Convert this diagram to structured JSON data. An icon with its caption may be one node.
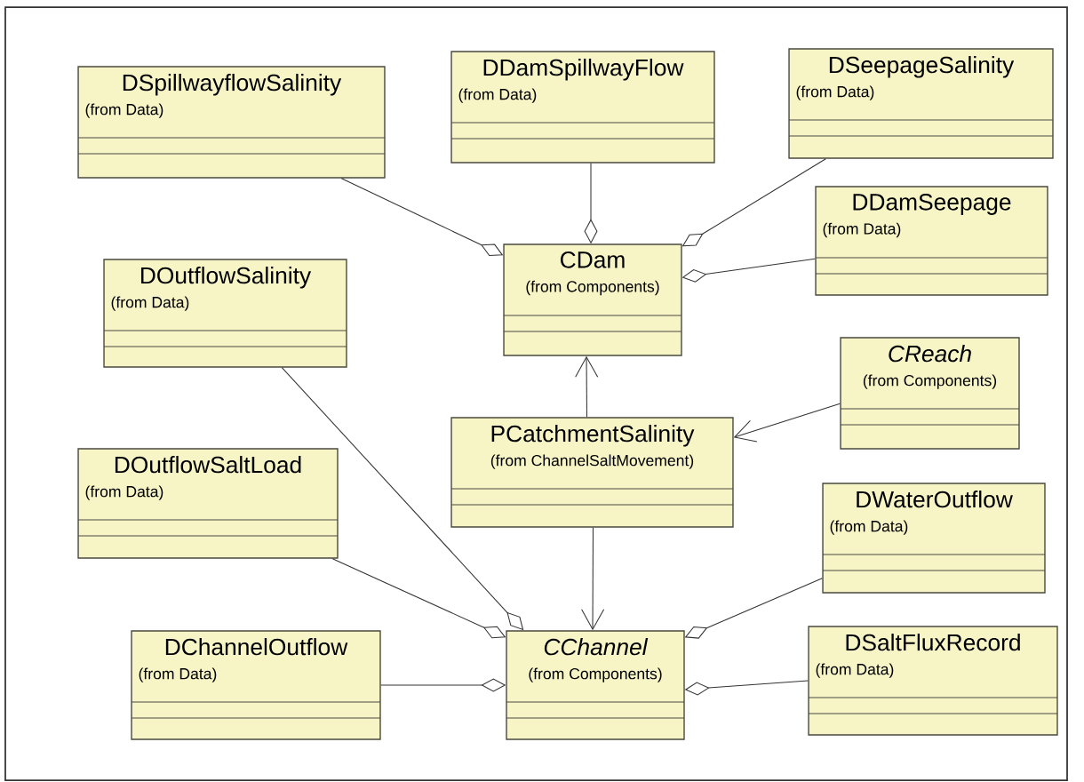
{
  "diagram": {
    "nodes": [
      {
        "text": [
          "DSpillwayflowSalinity",
          "(from Data)"
        ]
      },
      {
        "text": [
          "DDamSpillwayFlow",
          "(from Data)"
        ]
      },
      {
        "text": [
          "DSeepageSalinity",
          "(from Data)"
        ]
      },
      {
        "text": [
          "DDamSeepage",
          "(from Data)"
        ]
      },
      {
        "text": [
          "CDam",
          "(from Components)"
        ]
      },
      {
        "text": [
          "DOutflowSalinity",
          "(from Data)"
        ]
      },
      {
        "text": [
          "CReach",
          "(from Components)"
        ]
      },
      {
        "text": [
          "PCatchmentSalinity",
          "(from ChannelSaltMovement)"
        ]
      },
      {
        "text": [
          "DOutflowSaltLoad",
          "(from Data)"
        ]
      },
      {
        "text": [
          "DWaterOutflow",
          "(from Data)"
        ]
      },
      {
        "text": [
          "DChannelOutflow",
          "(from Data)"
        ]
      },
      {
        "text": [
          "CChannel",
          "(from Components)"
        ]
      },
      {
        "text": [
          "DSaltFluxRecord",
          "(from Data)"
        ]
      }
    ],
    "edges": [
      {
        "from": 0,
        "to": 4,
        "arrow": "other"
      },
      {
        "from": 1,
        "to": 4,
        "arrow": "other"
      },
      {
        "from": 2,
        "to": 4,
        "arrow": "other"
      },
      {
        "from": 3,
        "to": 4,
        "arrow": "other"
      },
      {
        "from": 7,
        "to": 4,
        "arrow": "to"
      },
      {
        "from": 6,
        "to": 7,
        "arrow": "to"
      },
      {
        "from": 7,
        "to": 11,
        "arrow": "to"
      },
      {
        "from": 5,
        "to": 11,
        "arrow": "other"
      },
      {
        "from": 8,
        "to": 11,
        "arrow": "other"
      },
      {
        "from": 9,
        "to": 11,
        "arrow": "other"
      },
      {
        "from": 10,
        "to": 11,
        "arrow": "other"
      },
      {
        "from": 12,
        "to": 11,
        "arrow": "other"
      }
    ]
  }
}
